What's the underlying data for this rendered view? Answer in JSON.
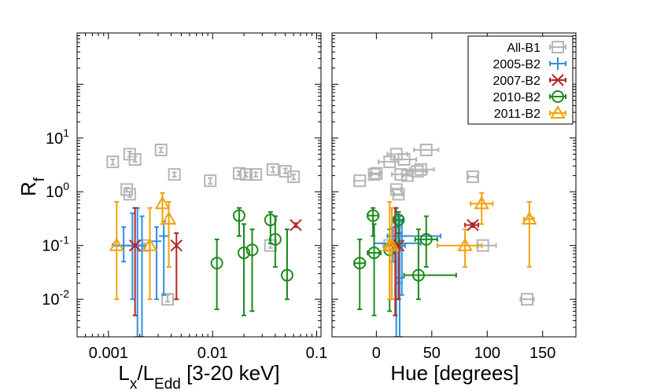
{
  "chart_data": [
    {
      "type": "scatter",
      "panel": "left",
      "x_scale": "log",
      "y_scale": "log",
      "xlim": [
        0.0005,
        0.11
      ],
      "ylim": [
        0.002,
        900
      ],
      "xlabel_main": "L",
      "xlabel_sub1": "x",
      "xlabel_mid": "/L",
      "xlabel_sub2": "Edd",
      "xlabel_tail": " [3-20 keV]",
      "ylabel_main": "R",
      "ylabel_sub": "f",
      "x_ticks": [
        {
          "value": 0.001,
          "label": "0.001"
        },
        {
          "value": 0.01,
          "label": "0.01"
        },
        {
          "value": 0.1,
          "label": "0.1"
        }
      ],
      "y_ticks": [
        {
          "value": 0.01,
          "base": "10",
          "exp": "-2"
        },
        {
          "value": 0.1,
          "base": "10",
          "exp": "-1"
        },
        {
          "value": 1,
          "base": "10",
          "exp": "0"
        },
        {
          "value": 10,
          "base": "10",
          "exp": "1"
        }
      ],
      "series": [
        {
          "name": "All-B1",
          "marker": "square",
          "color": "#b5b5b5",
          "points": [
            {
              "x": 0.0011,
              "y": 3.6,
              "yl": 3.2,
              "yh": 4.0
            },
            {
              "x": 0.0015,
              "y": 1.1,
              "yl": 1.0,
              "yh": 1.2
            },
            {
              "x": 0.0016,
              "y": 0.9,
              "yl": 0.8,
              "yh": 1.0
            },
            {
              "x": 0.0016,
              "y": 5.0,
              "yl": 4.5,
              "yh": 5.6
            },
            {
              "x": 0.0018,
              "y": 4.0,
              "yl": 3.6,
              "yh": 4.5
            },
            {
              "x": 0.0022,
              "y": 0.1,
              "yl": 0.09,
              "yh": 0.11
            },
            {
              "x": 0.0032,
              "y": 6.0,
              "yl": 5.4,
              "yh": 6.6
            },
            {
              "x": 0.0037,
              "y": 0.01,
              "yl": 0.009,
              "yh": 0.012
            },
            {
              "x": 0.0043,
              "y": 2.1,
              "yl": 1.9,
              "yh": 2.3
            },
            {
              "x": 0.0095,
              "y": 1.6,
              "yl": 1.4,
              "yh": 1.8
            },
            {
              "x": 0.018,
              "y": 2.2,
              "yl": 2.0,
              "yh": 2.4
            },
            {
              "x": 0.021,
              "y": 2.1,
              "yl": 1.9,
              "yh": 2.3
            },
            {
              "x": 0.026,
              "y": 2.1,
              "yl": 1.9,
              "yh": 2.3
            },
            {
              "x": 0.038,
              "y": 2.6,
              "yl": 2.3,
              "yh": 2.9
            },
            {
              "x": 0.036,
              "y": 0.1,
              "yl": 0.09,
              "yh": 0.11
            },
            {
              "x": 0.05,
              "y": 2.4,
              "yl": 2.2,
              "yh": 2.7
            },
            {
              "x": 0.06,
              "y": 1.9,
              "yl": 1.7,
              "yh": 2.1
            }
          ]
        },
        {
          "name": "2005-B2",
          "marker": "plus",
          "color": "#2f8fe0",
          "points": [
            {
              "x": 0.0014,
              "y": 0.1,
              "yl": 0.05,
              "yh": 0.22,
              "xl": 0.0011,
              "xh": 0.0019
            },
            {
              "x": 0.0017,
              "y": 0.1,
              "yl": 0.01,
              "yh": 0.4
            },
            {
              "x": 0.0019,
              "y": 0.1,
              "yl": 0.002,
              "yh": 0.5
            },
            {
              "x": 0.0021,
              "y": 0.1,
              "yl": 0.002,
              "yh": 0.35
            },
            {
              "x": 0.0029,
              "y": 0.12,
              "yl": 0.01,
              "yh": 0.22
            },
            {
              "x": 0.0034,
              "y": 0.15,
              "yl": 0.012,
              "yh": 0.28
            }
          ]
        },
        {
          "name": "2007-B2",
          "marker": "x",
          "color": "#b52525",
          "points": [
            {
              "x": 0.0018,
              "y": 0.1,
              "yl": 0.005,
              "yh": 0.5
            },
            {
              "x": 0.0045,
              "y": 0.1,
              "yl": 0.01,
              "yh": 0.17
            },
            {
              "x": 0.063,
              "y": 0.24,
              "yl": 0.22,
              "yh": 0.26
            }
          ]
        },
        {
          "name": "2010-B2",
          "marker": "circle",
          "color": "#1c8a1c",
          "points": [
            {
              "x": 0.011,
              "y": 0.047,
              "yl": 0.0065,
              "yh": 0.13
            },
            {
              "x": 0.018,
              "y": 0.36,
              "yl": 0.15,
              "yh": 0.5
            },
            {
              "x": 0.02,
              "y": 0.073,
              "yl": 0.005,
              "yh": 0.25
            },
            {
              "x": 0.024,
              "y": 0.083,
              "yl": 0.006,
              "yh": 0.2
            },
            {
              "x": 0.036,
              "y": 0.3,
              "yl": 0.11,
              "yh": 0.42
            },
            {
              "x": 0.04,
              "y": 0.13,
              "yl": 0.04,
              "yh": 0.35
            },
            {
              "x": 0.052,
              "y": 0.028,
              "yl": 0.01,
              "yh": 0.2
            }
          ]
        },
        {
          "name": "2011-B2",
          "marker": "triangle",
          "color": "#f2a20c",
          "points": [
            {
              "x": 0.0012,
              "y": 0.1,
              "yl": 0.01,
              "yh": 0.65
            },
            {
              "x": 0.0025,
              "y": 0.1,
              "yl": 0.01,
              "yh": 0.5
            },
            {
              "x": 0.0033,
              "y": 0.6,
              "yl": 0.25,
              "yh": 0.95
            },
            {
              "x": 0.0038,
              "y": 0.31,
              "yl": 0.04,
              "yh": 0.65
            }
          ]
        }
      ]
    },
    {
      "type": "scatter",
      "panel": "right",
      "x_scale": "linear",
      "y_scale": "log",
      "xlim": [
        -40,
        180
      ],
      "ylim": [
        0.002,
        900
      ],
      "xlabel": "Hue [degrees]",
      "x_ticks": [
        {
          "value": 0,
          "label": "0"
        },
        {
          "value": 50,
          "label": "50"
        },
        {
          "value": 100,
          "label": "100"
        },
        {
          "value": 150,
          "label": "150"
        }
      ],
      "legend": {
        "position": "top-right",
        "entries": [
          "All-B1",
          "2005-B2",
          "2007-B2",
          "2010-B2",
          "2011-B2"
        ]
      },
      "series": [
        {
          "name": "All-B1",
          "marker": "square",
          "color": "#b5b5b5",
          "points": [
            {
              "x": -15,
              "y": 1.6,
              "xl": -20,
              "xh": -10
            },
            {
              "x": -2,
              "y": 2.1,
              "xl": -6,
              "xh": 2
            },
            {
              "x": 0,
              "y": 2.2,
              "xl": -4,
              "xh": 4
            },
            {
              "x": 12,
              "y": 3.6,
              "xl": 2,
              "xh": 20
            },
            {
              "x": 18,
              "y": 5.0,
              "xl": 10,
              "xh": 28
            },
            {
              "x": 22,
              "y": 2.1,
              "xl": 14,
              "xh": 30
            },
            {
              "x": 25,
              "y": 4.0,
              "xl": 16,
              "xh": 36
            },
            {
              "x": 28,
              "y": 2.0,
              "xl": 24,
              "xh": 32
            },
            {
              "x": 40,
              "y": 2.6,
              "xl": 30,
              "xh": 52
            },
            {
              "x": 45,
              "y": 6.0,
              "xl": 34,
              "xh": 56
            },
            {
              "x": 37,
              "y": 2.4,
              "xl": 28,
              "xh": 46
            },
            {
              "x": 18,
              "y": 1.1,
              "xl": 14,
              "xh": 22
            },
            {
              "x": 20,
              "y": 0.9,
              "xl": 16,
              "xh": 24
            },
            {
              "x": 87,
              "y": 1.9,
              "xl": 83,
              "xh": 91
            },
            {
              "x": 96,
              "y": 0.1,
              "xl": 92,
              "xh": 108
            },
            {
              "x": 12,
              "y": 0.1,
              "xl": 6,
              "xh": 24
            },
            {
              "x": 136,
              "y": 0.01,
              "xl": 130,
              "xh": 142
            }
          ]
        },
        {
          "name": "2005-B2",
          "marker": "plus",
          "color": "#2f8fe0",
          "points": [
            {
              "x": 15,
              "y": 0.1,
              "yl": 0.05,
              "yh": 0.22,
              "xl": 8,
              "xh": 26
            },
            {
              "x": 20,
              "y": 0.11,
              "yl": 0.02,
              "yh": 0.22,
              "xl": -2,
              "xh": 40
            },
            {
              "x": 18,
              "y": 0.1,
              "yl": 0.002,
              "yh": 0.5
            },
            {
              "x": 21,
              "y": 0.025,
              "yl": 0.002,
              "yh": 0.35
            },
            {
              "x": 23,
              "y": 0.15,
              "yl": 0.012,
              "yh": 0.28,
              "xl": 10,
              "xh": 58
            }
          ]
        },
        {
          "name": "2007-B2",
          "marker": "x",
          "color": "#b52525",
          "points": [
            {
              "x": 17,
              "y": 0.1,
              "yl": 0.005,
              "yh": 0.5
            },
            {
              "x": 20,
              "y": 0.1,
              "yl": 0.01,
              "yh": 0.17
            },
            {
              "x": 87,
              "y": 0.24,
              "yl": 0.22,
              "yh": 0.26,
              "xl": 80,
              "xh": 92
            }
          ]
        },
        {
          "name": "2010-B2",
          "marker": "circle",
          "color": "#1c8a1c",
          "points": [
            {
              "x": -15,
              "y": 0.047,
              "yl": 0.0065,
              "yh": 0.13,
              "xl": -20,
              "xh": -10
            },
            {
              "x": -3,
              "y": 0.36,
              "yl": 0.15,
              "yh": 0.5,
              "xl": -8,
              "xh": 2
            },
            {
              "x": -2,
              "y": 0.073,
              "yl": 0.005,
              "yh": 0.25,
              "xl": -8,
              "xh": 4
            },
            {
              "x": 20,
              "y": 0.3,
              "yl": 0.11,
              "yh": 0.42,
              "xl": 16,
              "xh": 24
            },
            {
              "x": 45,
              "y": 0.13,
              "yl": 0.04,
              "yh": 0.35,
              "xl": 35,
              "xh": 55
            },
            {
              "x": 38,
              "y": 0.028,
              "yl": 0.01,
              "yh": 0.2,
              "xl": 25,
              "xh": 72
            },
            {
              "x": 12,
              "y": 0.083,
              "yl": 0.006,
              "yh": 0.2
            }
          ]
        },
        {
          "name": "2011-B2",
          "marker": "triangle",
          "color": "#f2a20c",
          "points": [
            {
              "x": 12,
              "y": 0.1,
              "yl": 0.01,
              "yh": 0.65
            },
            {
              "x": 14,
              "y": 0.1,
              "yl": 0.01,
              "yh": 0.5
            },
            {
              "x": 95,
              "y": 0.6,
              "yl": 0.25,
              "yh": 0.95,
              "xl": 85,
              "xh": 105
            },
            {
              "x": 80,
              "y": 0.1,
              "yl": 0.04,
              "yh": 0.2,
              "xl": 55,
              "xh": 95
            },
            {
              "x": 138,
              "y": 0.31,
              "yl": 0.04,
              "yh": 0.65,
              "xl": 133,
              "xh": 142
            }
          ]
        }
      ]
    }
  ]
}
